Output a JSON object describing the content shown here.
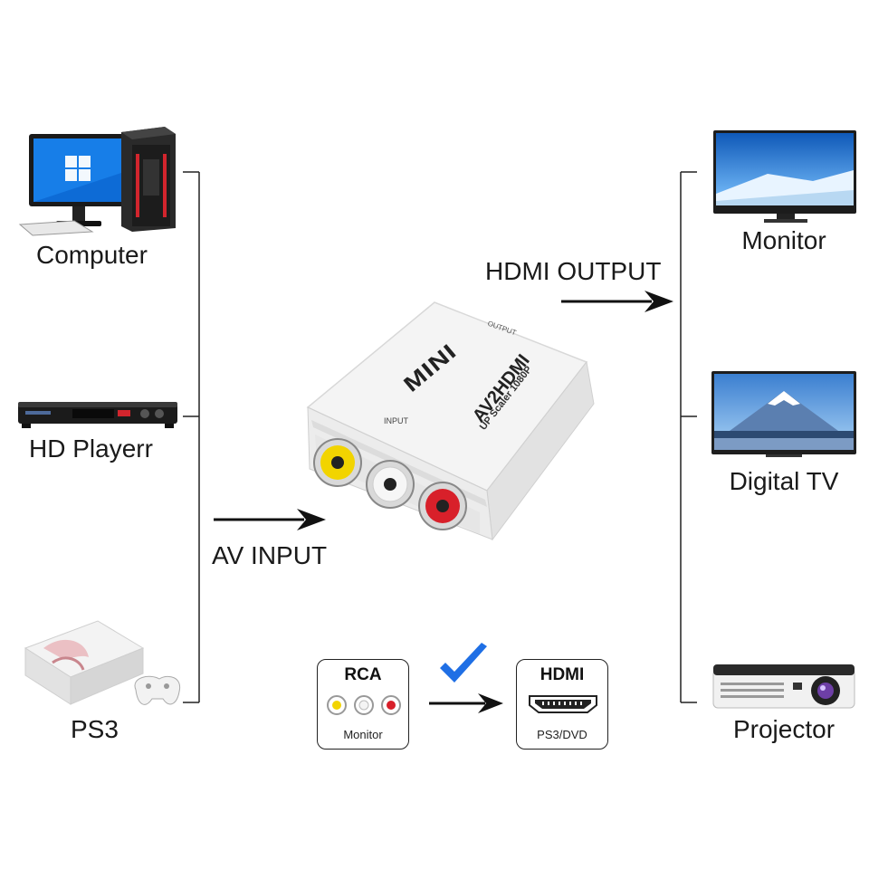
{
  "inputs": {
    "computer": "Computer",
    "hd_player": "HD Playerr",
    "ps3": "PS3"
  },
  "outputs": {
    "monitor": "Monitor",
    "digital_tv": "Digital TV",
    "projector": "Projector"
  },
  "flow": {
    "av_input": "AV INPUT",
    "hdmi_output": "HDMI OUTPUT"
  },
  "device": {
    "brand": "MINI",
    "model": "AV2HDMI",
    "subtitle": "UP Scaler 1080P",
    "input_port": "INPUT",
    "output_port": "OUTPUT"
  },
  "legend": {
    "rca_title": "RCA",
    "rca_sub": "Monitor",
    "hdmi_title": "HDMI",
    "hdmi_sub": "PS3/DVD"
  },
  "colors": {
    "rca_yellow": "#f2d400",
    "rca_white": "#f4f4f4",
    "rca_red": "#d8202a",
    "check_blue": "#1f6fe5",
    "line": "#222222"
  }
}
